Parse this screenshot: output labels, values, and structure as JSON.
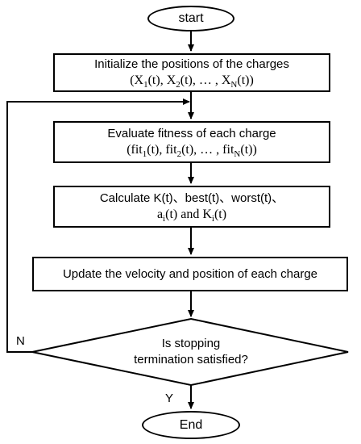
{
  "diagram": {
    "start": "start",
    "end": "End",
    "step1": {
      "line1": "Initialize the positions of the charges",
      "line2": [
        "(X",
        "1",
        "(t), X",
        "2",
        "(t), … , X",
        "N",
        "(t))"
      ]
    },
    "step2": {
      "line1": "Evaluate fitness of each charge",
      "line2": [
        "(fit",
        "1",
        "(t), fit",
        "2",
        "(t), … , fit",
        "N",
        "(t))"
      ]
    },
    "step3": {
      "line1": "Calculate K(t)、best(t)、worst(t)、",
      "line2": [
        "a",
        "i",
        "(t) and K",
        "i",
        "(t)"
      ]
    },
    "step4": {
      "line1": "Update the velocity and position of each charge"
    },
    "decision": {
      "line1": "Is stopping",
      "line2": "termination satisfied?"
    },
    "label_no": "N",
    "label_yes": "Y"
  }
}
